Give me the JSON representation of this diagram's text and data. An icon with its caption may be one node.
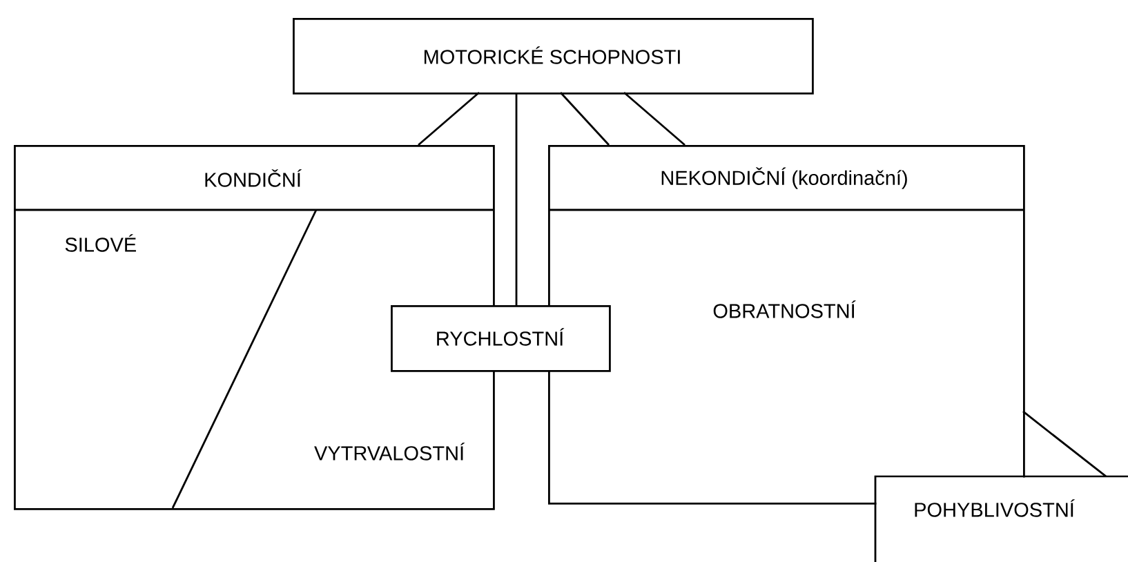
{
  "diagram": {
    "nodes": [
      {
        "text": [
          "MOTORICKÉ SCHOPNOSTI"
        ]
      },
      {
        "text": [
          "KONDIČNÍ",
          "SILOVÉ",
          "VYTRVALOSTNÍ"
        ]
      },
      {
        "text": [
          "NEKONDIČNÍ (koordinační)",
          "OBRATNOSTNÍ"
        ]
      },
      {
        "text": [
          "RYCHLOSTNÍ"
        ]
      },
      {
        "text": [
          "POHYBLIVOSTNÍ"
        ]
      }
    ],
    "edges": [
      {
        "from": 0,
        "to": 1,
        "arrow": "none"
      },
      {
        "from": 0,
        "to": 3,
        "arrow": "none"
      },
      {
        "from": 0,
        "to": 2,
        "arrow": "none"
      },
      {
        "from": 0,
        "to": 2,
        "arrow": "none"
      },
      {
        "from": 2,
        "to": 4,
        "arrow": "none"
      }
    ]
  }
}
